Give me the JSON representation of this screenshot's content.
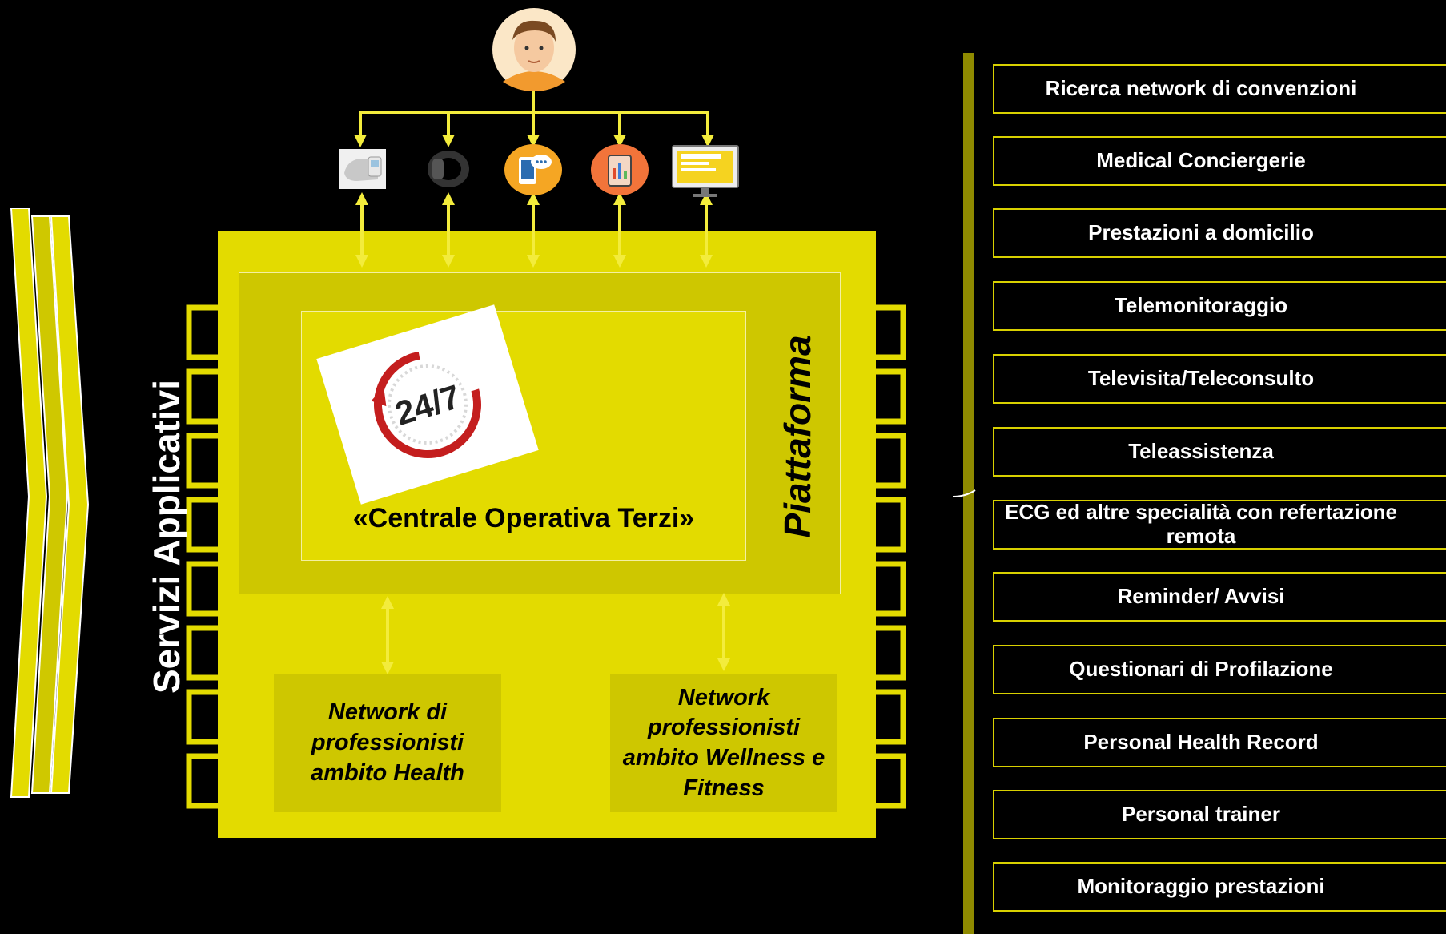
{
  "diagram": {
    "user_avatar": "user-avatar-icon",
    "devices": [
      "blood-pressure-monitor-icon",
      "fitness-band-icon",
      "smartphone-chat-icon",
      "tablet-chart-icon",
      "desktop-monitor-icon"
    ],
    "badge_text": "24/7",
    "central_label": "«Centrale Operativa Terzi»",
    "platform_label": "Piattaforma",
    "side_label": "Servizi Applicativi",
    "networks": [
      "Network di professionisti ambito Health",
      "Network professionisti ambito Wellness e Fitness"
    ],
    "services": [
      "Ricerca network di convenzioni",
      "Medical Conciergerie",
      "Prestazioni a domicilio",
      "Telemonitoraggio",
      "Televisita/Teleconsulto",
      "Teleassistenza",
      "ECG ed altre specialità con refertazione remota",
      "Reminder/ Avvisi",
      "Questionari di  Profilazione",
      "Personal Health Record",
      "Personal trainer",
      "Monitoraggio prestazioni"
    ],
    "colors": {
      "accent": "#e3db00",
      "accent_dark": "#cec700",
      "arrow": "#f3ec3c",
      "background": "#000000",
      "text_light": "#ffffff"
    }
  }
}
